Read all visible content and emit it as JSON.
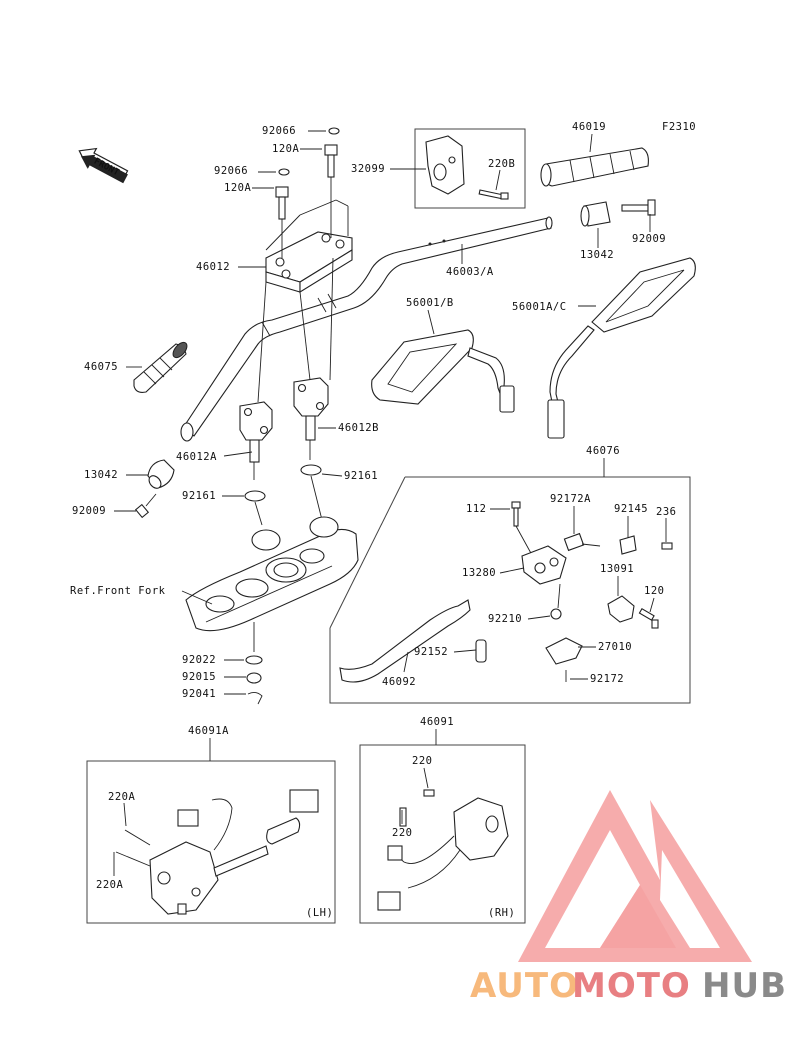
{
  "diagram": {
    "code": "F2310",
    "front_label": "FRONT",
    "ref_label": "Ref.Front Fork",
    "labels": {
      "p92066a": "92066",
      "p120Aa": "120A",
      "p92066b": "92066",
      "p120Ab": "120A",
      "p32099": "32099",
      "p220B": "220B",
      "p46019": "46019",
      "p92009a": "92009",
      "p13042a": "13042",
      "p46012": "46012",
      "p46003A": "46003/A",
      "p56001B": "56001/B",
      "p56001AC": "56001A/C",
      "p46075": "46075",
      "p46012B": "46012B",
      "p46012A": "46012A",
      "p13042b": "13042",
      "p92161a": "92161",
      "p92161b": "92161",
      "p92009b": "92009",
      "p46076": "46076",
      "p112": "112",
      "p92172A": "92172A",
      "p92145": "92145",
      "p236": "236",
      "p13280": "13280",
      "p13091": "13091",
      "p120": "120",
      "p92210": "92210",
      "p92152": "92152",
      "p27010": "27010",
      "p46092": "46092",
      "p92172": "92172",
      "p92022": "92022",
      "p92015": "92015",
      "p92041": "92041",
      "p46091A": "46091A",
      "p46091": "46091",
      "p220Aa": "220A",
      "p220Ab": "220A",
      "p220a": "220",
      "p220b": "220",
      "lh": "(LH)",
      "rh": "(RH)"
    }
  },
  "watermark": {
    "part1": "AUTO",
    "part2": "MOTO",
    "part3": "HUB",
    "color_orange": "#f7b97c",
    "color_red": "#e87f82",
    "color_gray": "#8a8a8a"
  }
}
